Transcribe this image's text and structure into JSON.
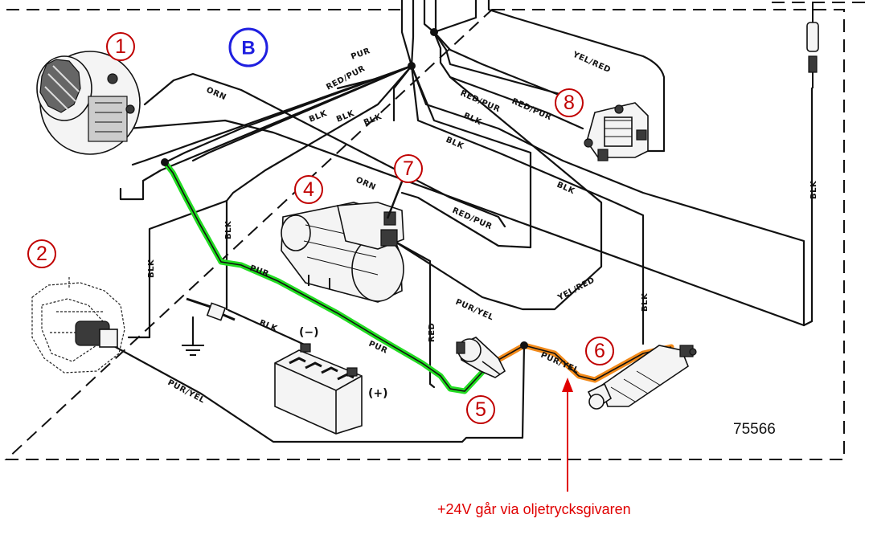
{
  "section_label": "B",
  "diagram_id": "75566",
  "annotation": {
    "text": "+24V går via oljetrycksgivaren",
    "color": "#e00000"
  },
  "highlight_colors": {
    "green_wire": "#22dd22",
    "orange_wire": "#f28a1a"
  },
  "callouts": [
    "1",
    "2",
    "4",
    "5",
    "6",
    "7",
    "8"
  ],
  "wire_labels": {
    "pur_top": "PUR",
    "red_pur_top": "RED/PUR",
    "orn_top": "ORN",
    "blk_top1": "BLK",
    "blk_top2": "BLK",
    "blk_top3": "BLK",
    "yel_red_top": "YEL/RED",
    "red_pur_right1": "RED/PUR",
    "red_pur_right2": "RED/PUR",
    "blk_right1": "BLK",
    "blk_right2": "BLK",
    "blk_mid": "BLK",
    "orn_mid": "ORN",
    "red_pur_mid": "RED/PUR",
    "blk_vert_left": "BLK",
    "blk_vert_mid": "BLK",
    "pur_green1": "PUR",
    "pur_green2": "PUR",
    "blk_battery": "BLK",
    "red_vert": "RED",
    "pur_yel_mid": "PUR/YEL",
    "pur_yel_orange": "PUR/YEL",
    "yel_red_mid": "YEL/RED",
    "blk_vert_right": "BLK",
    "blk_far_right": "BLK",
    "pur_yel_bottom": "PUR/YEL"
  },
  "battery": {
    "negative": "(−)",
    "positive": "(+)"
  },
  "icons": [
    "alternator",
    "ignition-distributor",
    "starter-motor",
    "starter-solenoid",
    "oil-pressure-sender",
    "oil-pressure-switch",
    "slave-solenoid",
    "battery",
    "ground-symbol",
    "fuse-holder"
  ]
}
